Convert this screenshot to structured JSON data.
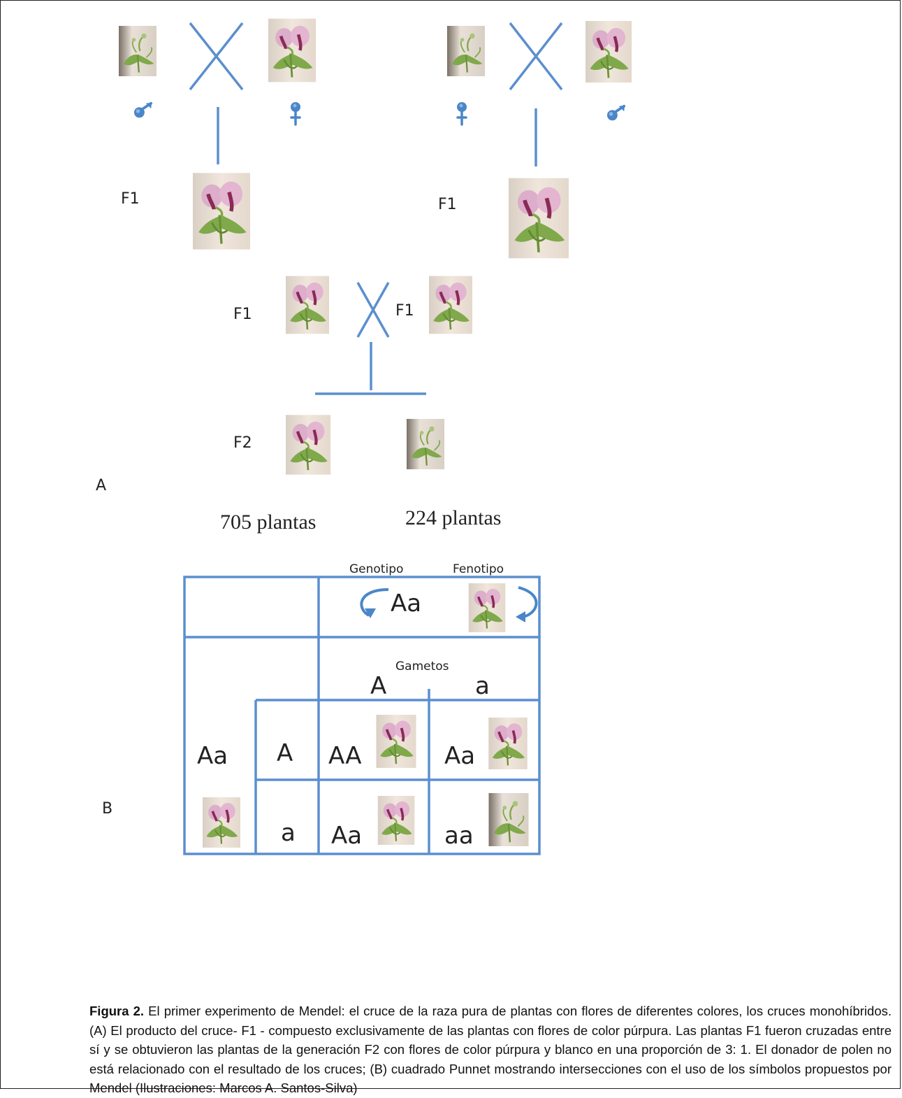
{
  "part_a": {
    "panel_label": "A",
    "f1_label_left": "F1",
    "f1_label_right": "F1",
    "f1_cross_left": "F1",
    "f1_cross_right": "F1",
    "f2_label": "F2",
    "count_purple": "705 plantas",
    "count_white": "224 plantas"
  },
  "part_b": {
    "panel_label": "B",
    "genotype_label": "Genotipo",
    "phenotype_label": "Fenotipo",
    "parent_genotype": "Aa",
    "gametes_label": "Gametos",
    "col_gamete_1": "A",
    "col_gamete_2": "a",
    "row_parent_genotype": "Aa",
    "row_gamete_1": "A",
    "row_gamete_2": "a",
    "cell_AA": "AA",
    "cell_Aa_1": "Aa",
    "cell_Aa_2": "Aa",
    "cell_aa": "aa"
  },
  "caption": {
    "lead": "Figura 2.",
    "text": " El primer experimento de Mendel: el cruce de la raza pura de plantas con flores de diferentes colores, los cruces monohíbridos. (A) El producto del cruce- F1 - compuesto exclusivamente de las plantas con flores de color púrpura. Las plantas F1 fueron cruzadas entre sí y se obtuvieron las plantas de la generación F2 con flores de color púrpura y blanco en una proporción de 3: 1. El donador de polen no está relacionado con el resultado de los cruces; (B) cuadrado Punnet mostrando intersecciones con el uso de los símbolos propuestos por Mendel (Ilustraciones: Marcos A. Santos-Silva)"
  },
  "colors": {
    "line_blue": "#5b8fcf",
    "symbol_blue": "#4a86c8",
    "card_bg": "#e8dcd0",
    "leaf_green": "#7fa94a",
    "petal_pink": "#d9a7c2",
    "petal_dark": "#8a2a55"
  },
  "icons": [
    "purple-flower-plant-icon",
    "white-flower-plant-icon",
    "male-symbol-icon",
    "female-symbol-icon",
    "cross-symbol-icon",
    "curved-arrow-icon"
  ]
}
